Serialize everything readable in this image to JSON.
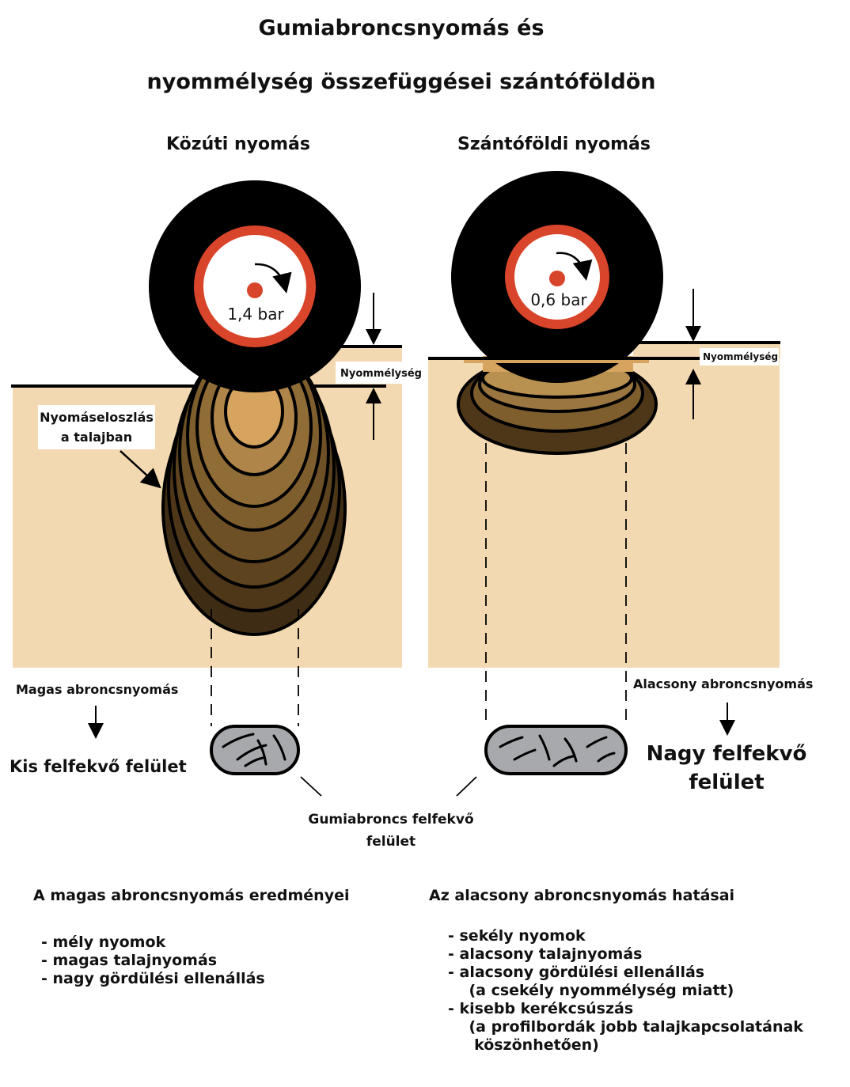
{
  "title_line1": "Gumiabroncsnyomás és",
  "title_line2": "nyommélység összefüggései szántóföldön",
  "left_panel": {
    "heading": "Közúti nyomás",
    "pressure": "1,4 bar",
    "depth_label": "Nyommélység",
    "distribution_label_line1": "Nyomáseloszlás",
    "distribution_label_line2": "a talajban",
    "tire_pressure_label": "Magas abroncsnyomás",
    "contact_label": "Kis felfekvő felület"
  },
  "right_panel": {
    "heading": "Szántóföldi nyomás",
    "pressure": "0,6 bar",
    "depth_label": "Nyommélység",
    "tire_pressure_label": "Alacsony abroncsnyomás",
    "contact_label_line1": "Nagy felfekvő",
    "contact_label_line2": "felület"
  },
  "footprint_caption_line1": "Gumiabroncs felfekvő",
  "footprint_caption_line2": "felület",
  "high_pressure_results": {
    "heading": "A magas abroncsnyomás eredményei",
    "items": [
      "-  mély nyomok",
      "-  magas talajnyomás",
      "-  nagy gördülési ellenállás"
    ]
  },
  "low_pressure_effects": {
    "heading": "Az alacsony abroncsnyomás hatásai",
    "items": [
      "-  sekély nyomok",
      "-  alacsony talajnyomás",
      "-  alacsony gördülési ellenállás",
      "    (a csekély nyommélység miatt)",
      "-  kisebb kerékcsúszás",
      "    (a profilbordák jobb talajkapcsolatának",
      "     köszönhetően)"
    ]
  },
  "colors": {
    "soil": "#f3d9b1",
    "tire": "#000000",
    "rim_ring": "#d9452a",
    "bulb_light": "#d6a45f",
    "bulb_dark": "#3f2c14",
    "footprint": "#a7a9ad"
  },
  "icons": [
    "arrow-down-icon",
    "rotation-arrow-icon",
    "tread-pattern-icon"
  ]
}
